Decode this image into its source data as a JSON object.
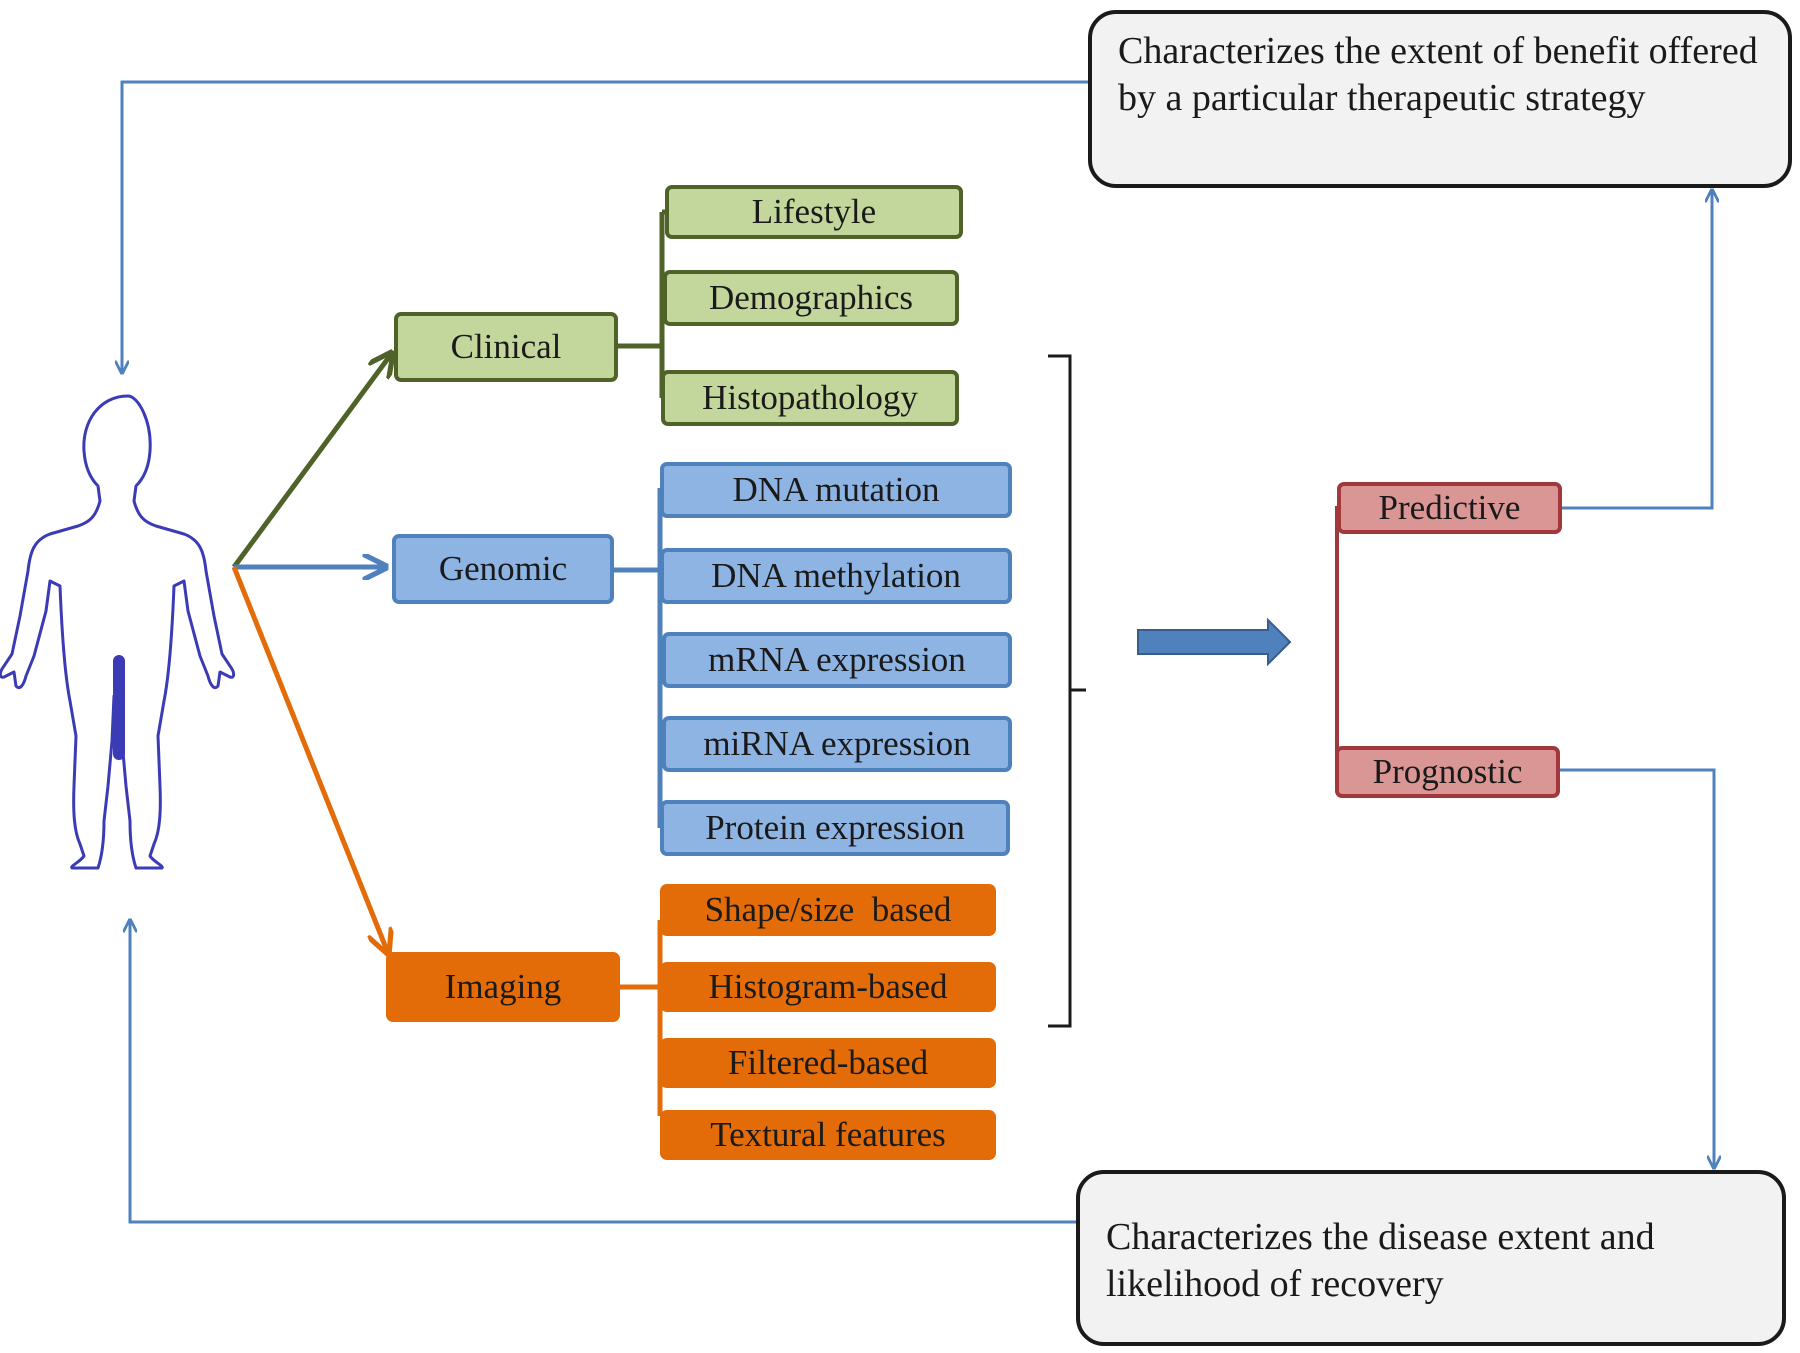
{
  "categories": {
    "clinical": {
      "label": "Clinical",
      "items": [
        "Lifestyle",
        "Demographics",
        "Histopathology"
      ]
    },
    "genomic": {
      "label": "Genomic",
      "items": [
        "DNA mutation",
        "DNA methylation",
        "mRNA expression",
        "miRNA expression",
        "Protein expression"
      ]
    },
    "imaging": {
      "label": "Imaging",
      "items": [
        "Shape/size  based",
        "Histogram-based",
        "Filtered-based",
        "Textural features"
      ]
    }
  },
  "outcomes": {
    "predictive": "Predictive",
    "prognostic": "Prognostic"
  },
  "notes": {
    "predictive": "Characterizes the extent of benefit offered by a particular therapeutic strategy",
    "prognostic": "Characterizes the disease extent and likelihood of recovery"
  },
  "colors": {
    "clinical_fill": "#c3d69b",
    "clinical_line": "#4f6228",
    "genomic_fill": "#8eb4e3",
    "genomic_line": "#4f81bd",
    "imaging_fill": "#e36c09",
    "outcome_fill": "#d99694",
    "outcome_line": "#a0383c",
    "feedback_line": "#4f81bd",
    "figure_outline": "#3b3bb5"
  }
}
